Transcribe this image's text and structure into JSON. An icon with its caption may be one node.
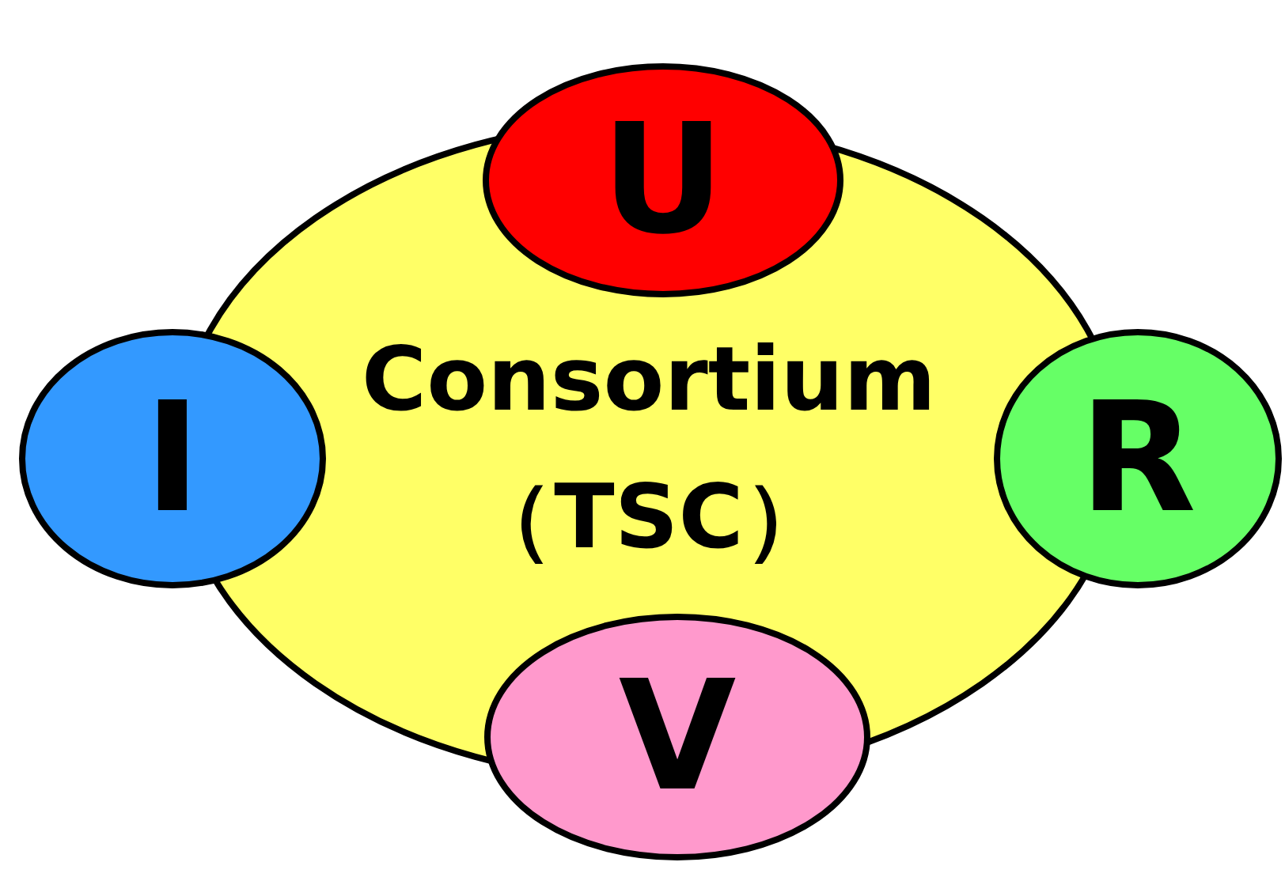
{
  "diagram": {
    "nodes": [
      {
        "text": [
          "Consortium （TSC）"
        ]
      },
      {
        "text": [
          "U"
        ]
      },
      {
        "text": [
          "I"
        ]
      },
      {
        "text": [
          "R"
        ]
      },
      {
        "text": [
          "V"
        ]
      }
    ]
  }
}
